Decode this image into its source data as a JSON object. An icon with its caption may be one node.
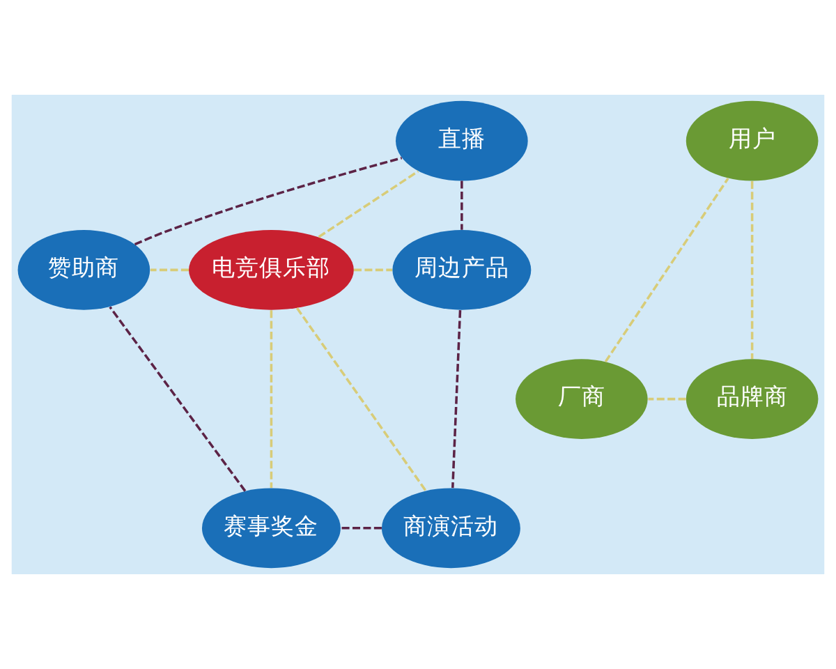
{
  "diagram": {
    "nodes": [
      {
        "text": [
          "用户"
        ]
      },
      {
        "text": [
          "直播"
        ]
      },
      {
        "text": [
          "赞助商"
        ]
      },
      {
        "text": [
          "电竞俱乐部"
        ]
      },
      {
        "text": [
          "周边产品"
        ]
      },
      {
        "text": [
          "厂商"
        ]
      },
      {
        "text": [
          "品牌商"
        ]
      },
      {
        "text": [
          "赛事奖金"
        ]
      },
      {
        "text": [
          "商演活动"
        ]
      }
    ],
    "edges": [
      {
        "from": 3,
        "to": 1,
        "arrow": "none",
        "style": "dashed"
      },
      {
        "from": 3,
        "to": 2,
        "arrow": "none",
        "style": "dashed"
      },
      {
        "from": 3,
        "to": 4,
        "arrow": "none",
        "style": "dashed"
      },
      {
        "from": 3,
        "to": 7,
        "arrow": "none",
        "style": "dashed"
      },
      {
        "from": 3,
        "to": 8,
        "arrow": "none",
        "style": "dashed"
      },
      {
        "from": 1,
        "to": 4,
        "arrow": "none",
        "style": "dashed",
        "color": "#5c2346"
      },
      {
        "from": 4,
        "to": 8,
        "arrow": "none",
        "style": "dashed",
        "color": "#5c2346"
      },
      {
        "from": 8,
        "to": 7,
        "arrow": "none",
        "style": "dashed",
        "color": "#5c2346"
      },
      {
        "from": 7,
        "to": 2,
        "arrow": "none",
        "style": "dashed",
        "color": "#5c2346"
      },
      {
        "from": 2,
        "to": 1,
        "arrow": "none",
        "style": "dashed",
        "color": "#5c2346"
      },
      {
        "from": 0,
        "to": 6,
        "arrow": "none",
        "style": "dashed"
      },
      {
        "from": 6,
        "to": 5,
        "arrow": "none",
        "style": "dashed"
      },
      {
        "from": 5,
        "to": 0,
        "arrow": "none",
        "style": "dashed"
      }
    ]
  }
}
